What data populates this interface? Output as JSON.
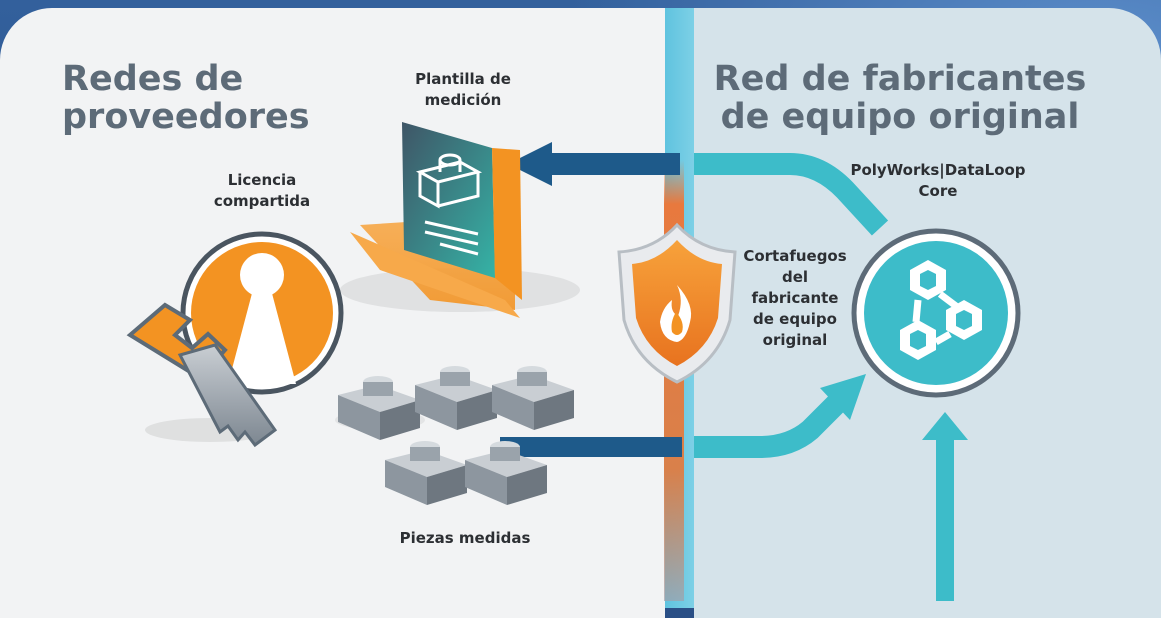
{
  "left_title": "Redes de\nproveedores",
  "right_title": "Red de fabricantes\nde equipo original",
  "labels": {
    "template": "Plantilla de\nmedición",
    "license": "Licencia\ncompartida",
    "pieces": "Piezas medidas",
    "firewall": "Cortafuegos\ndel\nfabricante\nde equipo\noriginal",
    "core": "PolyWorks|DataLoop\nCore"
  },
  "colors": {
    "teal_accent": "#3dbcc9",
    "arrow_dark_blue": "#1e5a8a",
    "orange": "#f39322",
    "left_panel": "#f2f3f4",
    "right_panel": "#d5e3ea",
    "title_gray": "#5d6b78"
  },
  "icons": [
    "folder-document-icon",
    "keyhole-icon",
    "wrench-icon",
    "key-icon",
    "block-part-icon",
    "shield-fire-icon",
    "dataloop-hub-icon"
  ]
}
